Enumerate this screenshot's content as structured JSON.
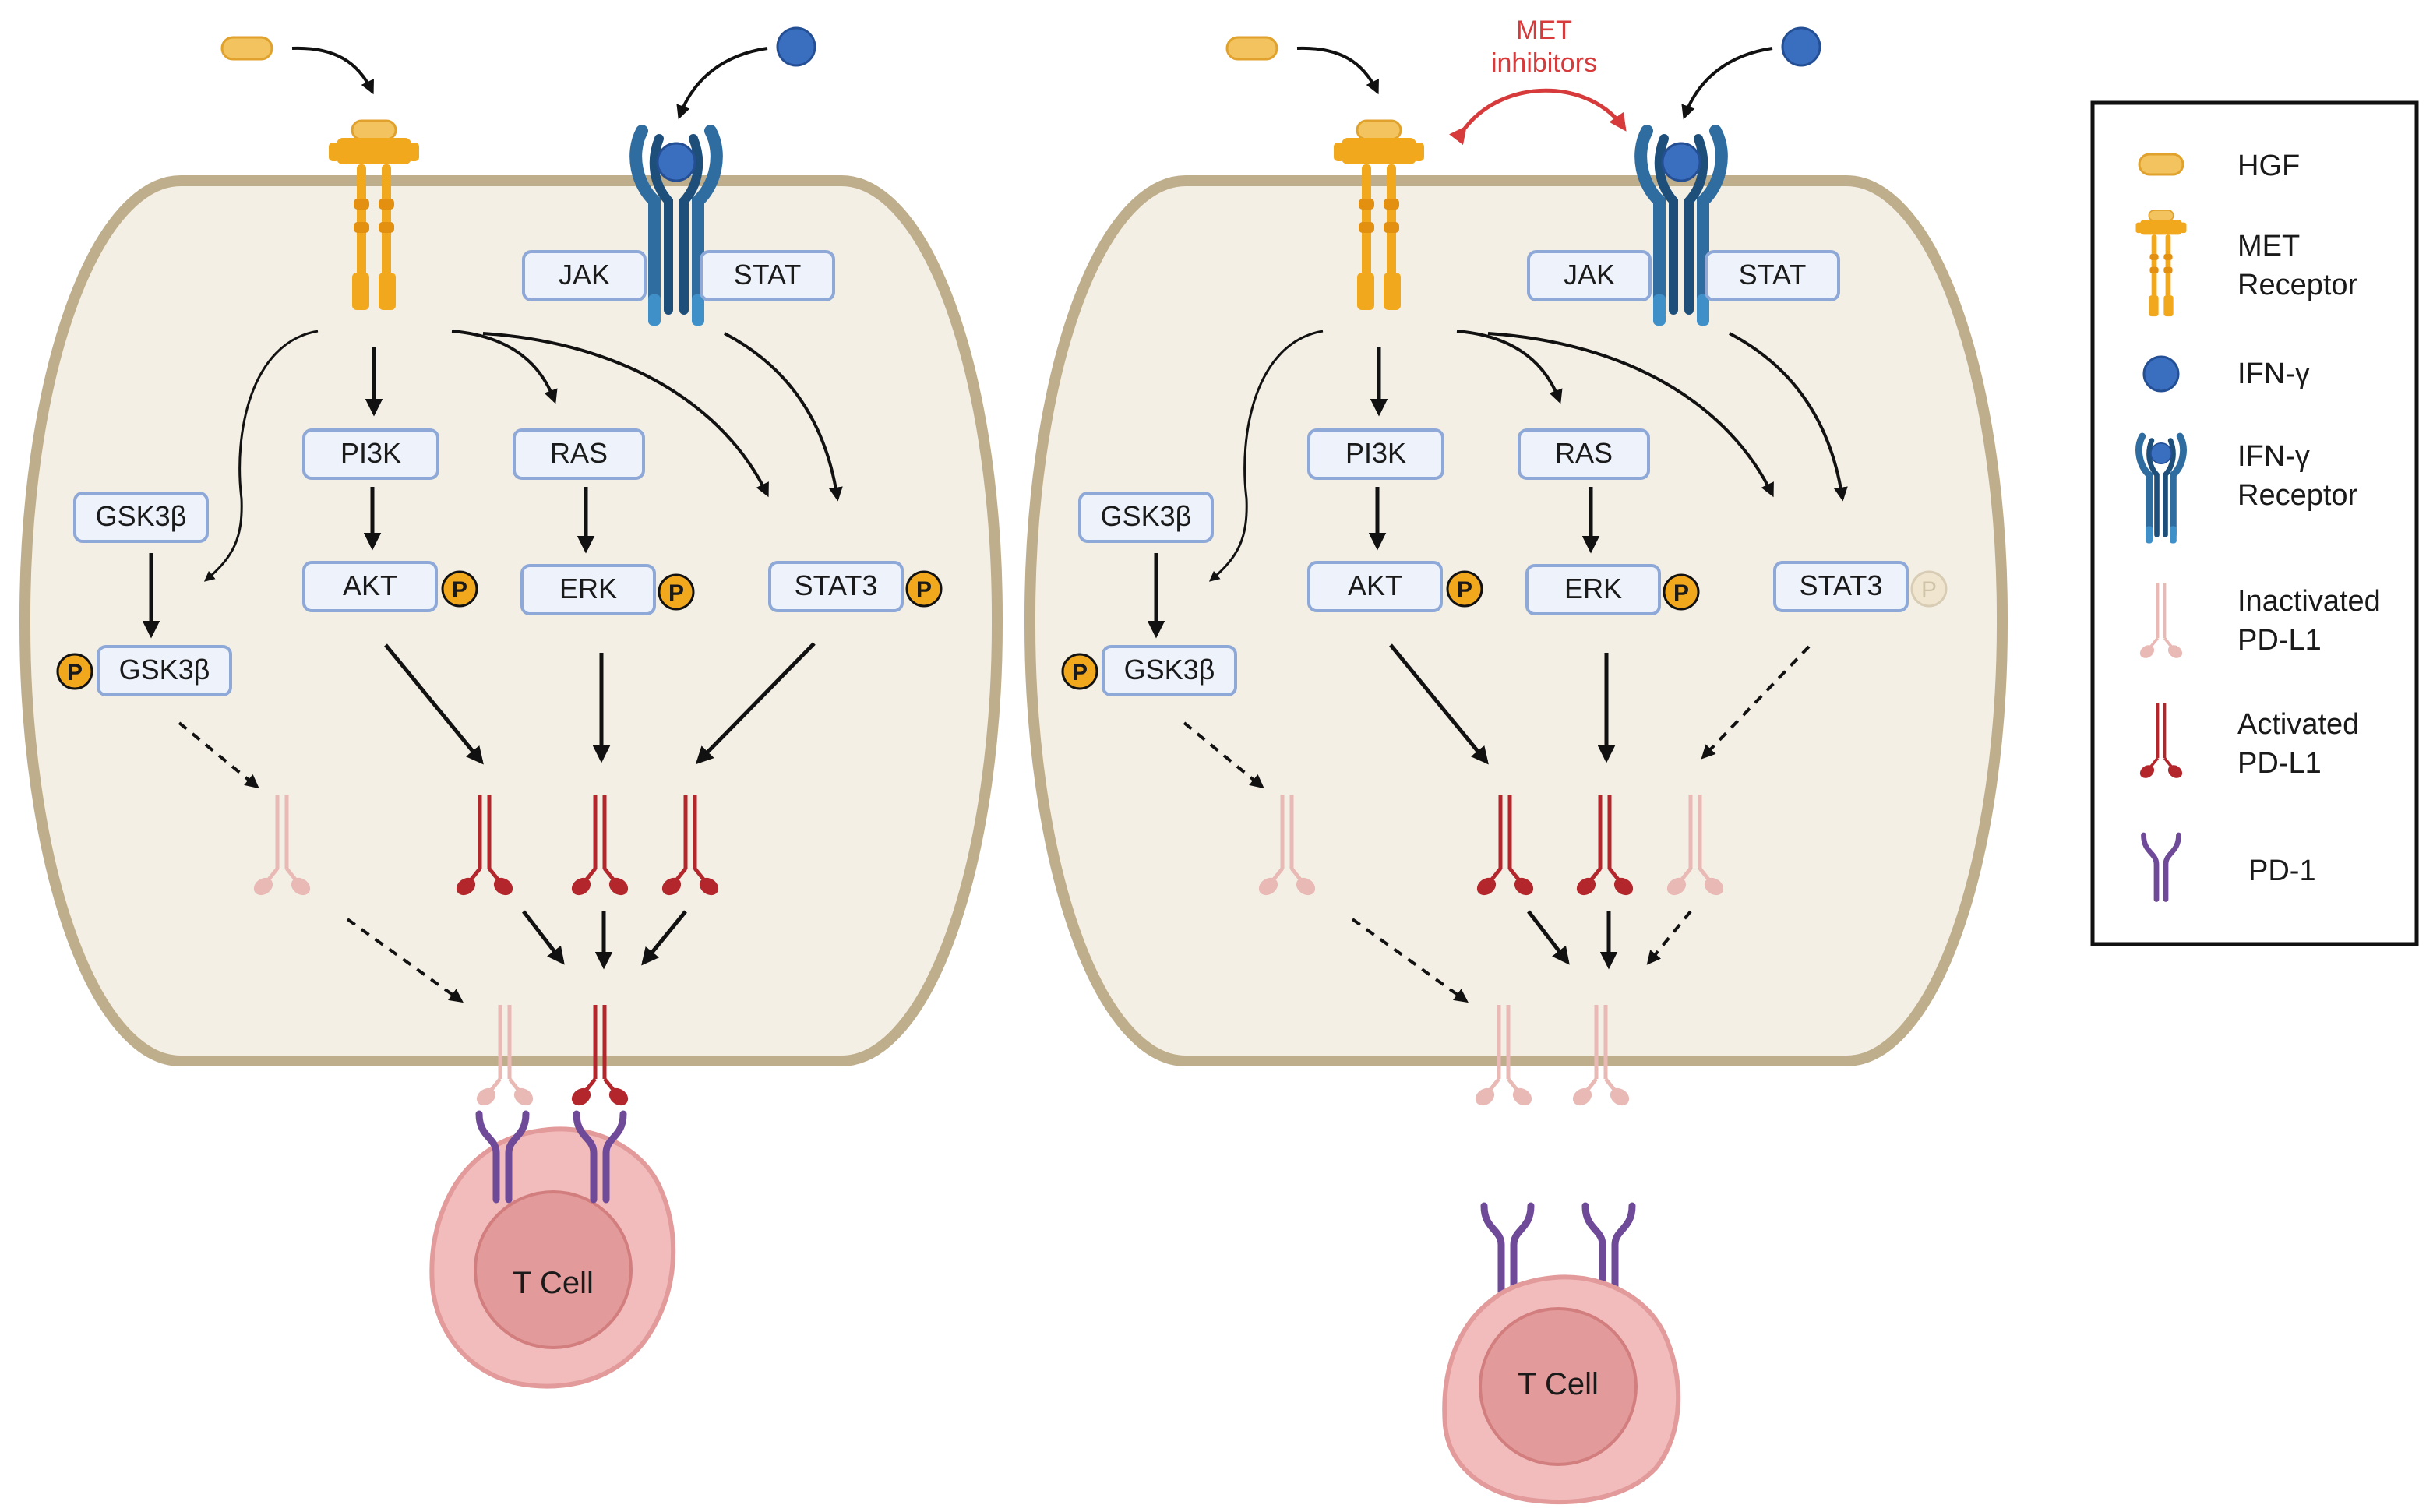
{
  "panels": [
    {
      "id": "left",
      "nodes": {
        "jak": "JAK",
        "stat": "STAT",
        "pi3k": "PI3K",
        "ras": "RAS",
        "gsk_top": "GSK3β",
        "akt": "AKT",
        "erk": "ERK",
        "stat3": "STAT3",
        "gsk_bottom": "GSK3β"
      },
      "phospho_label": "P",
      "stat3_phosphorylated": true,
      "tcell_label": "T Cell",
      "pdl1_surface": [
        "inactivated",
        "activated"
      ],
      "pd1_engaged": true
    },
    {
      "id": "right",
      "nodes": {
        "jak": "JAK",
        "stat": "STAT",
        "pi3k": "PI3K",
        "ras": "RAS",
        "gsk_top": "GSK3β",
        "akt": "AKT",
        "erk": "ERK",
        "stat3": "STAT3",
        "gsk_bottom": "GSK3β"
      },
      "phospho_label": "P",
      "stat3_phosphorylated": false,
      "tcell_label": "T Cell",
      "pdl1_surface": [
        "inactivated",
        "inactivated"
      ],
      "pd1_engaged": false
    }
  ],
  "inhibitor": {
    "line1": "MET",
    "line2": "inhibitors"
  },
  "legend": [
    {
      "icon": "hgf-icon",
      "line1": "HGF",
      "line2": ""
    },
    {
      "icon": "met-receptor-icon",
      "line1": "MET",
      "line2": "Receptor"
    },
    {
      "icon": "ifn-gamma-icon",
      "line1": "IFN-γ",
      "line2": ""
    },
    {
      "icon": "ifn-gamma-receptor-icon",
      "line1": "IFN-γ",
      "line2": "Receptor"
    },
    {
      "icon": "inactivated-pdl1-icon",
      "line1": "Inactivated",
      "line2": "PD-L1"
    },
    {
      "icon": "activated-pdl1-icon",
      "line1": "Activated",
      "line2": "PD-L1"
    },
    {
      "icon": "pd1-icon",
      "line1": "PD-1",
      "line2": ""
    }
  ],
  "colors": {
    "cell_fill": "#f4efe4",
    "cell_border": "#bfae8c",
    "node_fill": "#edf2fb",
    "node_border": "#8ea8d8",
    "hgf": "#f2c35e",
    "met": "#f2a81d",
    "ifn": "#3a6fc0",
    "ifn_receptor": "#2f6da0",
    "active_pdl1": "#b3262c",
    "inactive_pdl1": "#e9b9b5",
    "pd1": "#6e4a98",
    "phospho": "#f2a81d",
    "phospho_faded": "#f0e6d0",
    "tcell": "#f2bcbc",
    "tcell_nucleus": "#e29a9a",
    "inhibitor": "#d63a3a"
  }
}
